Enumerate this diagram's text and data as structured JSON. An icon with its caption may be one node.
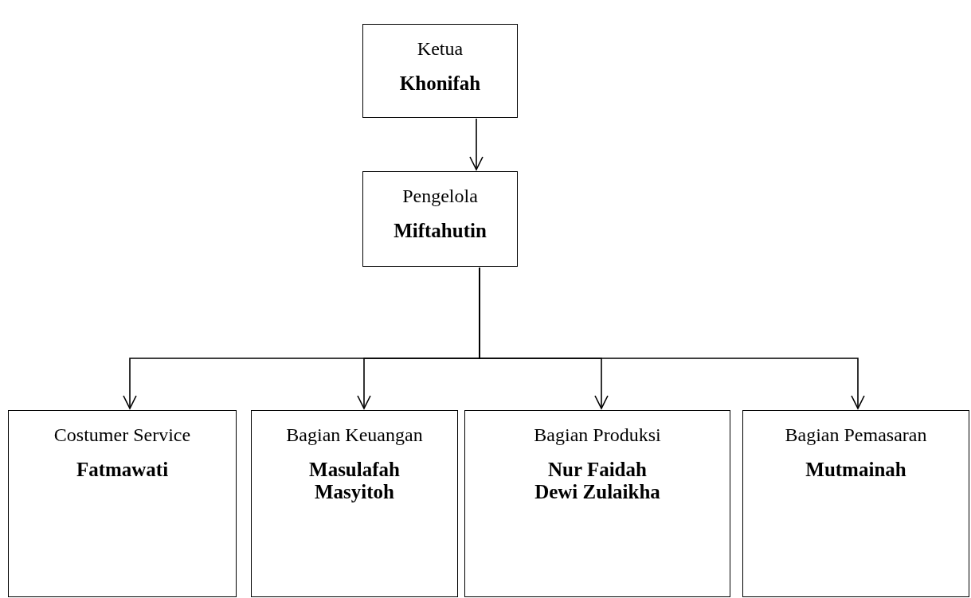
{
  "diagram": {
    "nodes": [
      {
        "text": [
          "Ketua",
          "Khonifah"
        ]
      },
      {
        "text": [
          "Pengelola",
          "Miftahutin"
        ]
      },
      {
        "text": [
          "Costumer Service",
          "Fatmawati"
        ]
      },
      {
        "text": [
          "Bagian Keuangan",
          "Masulafah",
          "Masyitoh"
        ]
      },
      {
        "text": [
          "Bagian Produksi",
          "Nur Faidah",
          "Dewi Zulaikha"
        ]
      },
      {
        "text": [
          "Bagian Pemasaran",
          "Mutmainah"
        ]
      }
    ],
    "edges": [
      {
        "from": 0,
        "to": 1,
        "arrow": "to"
      },
      {
        "from": 1,
        "to": 2,
        "arrow": "to"
      },
      {
        "from": 1,
        "to": 3,
        "arrow": "to"
      },
      {
        "from": 1,
        "to": 4,
        "arrow": "to"
      },
      {
        "from": 1,
        "to": 5,
        "arrow": "to"
      }
    ]
  }
}
